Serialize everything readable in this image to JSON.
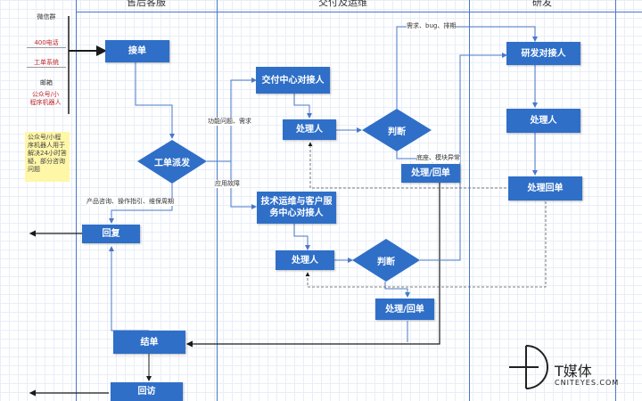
{
  "lanes": {
    "after_sales": "售后客服",
    "delivery_ops": "交付及运维",
    "rnd": "研发"
  },
  "sources": {
    "wechat_group": "微信群",
    "hotline_400": "400电话",
    "ticket_system": "工单系统",
    "email": "邮箱",
    "bot": "公众号/小程序机器人"
  },
  "note": "公众号/小程序机器人用于解决24小时答疑，部分咨询问题",
  "nodes": {
    "accept": "接单",
    "dispatch": "工单派发",
    "reply": "回复",
    "close": "结单",
    "revisit": "回访",
    "delivery_contact": "交付中心对接人",
    "handler1": "处理人",
    "judge1": "判断",
    "handle_reply1": "处理/回单",
    "tech_contact": "技术运维与客户服务中心对接人",
    "handler2": "处理人",
    "judge2": "判断",
    "handle_reply2": "处理/回单",
    "rnd_contact": "研发对接人",
    "rnd_handler": "处理人",
    "rnd_reply": "处理回单"
  },
  "edges": {
    "demand_bug": "需求、bug、排期",
    "func_issue": "功能问题、需求",
    "app_fault": "应用故障",
    "product_consult": "产品咨询、操作指引、维保周期",
    "infra_alert": "底座、模块异常"
  },
  "logo": {
    "name": "T媒体",
    "domain": "CNITEYES.COM"
  },
  "colors": {
    "node": "#2f6fc8",
    "line": "#4a78c8",
    "dark_line": "#1a1a1a",
    "note_bg": "#fff7a8",
    "source_red": "#c0282a"
  }
}
